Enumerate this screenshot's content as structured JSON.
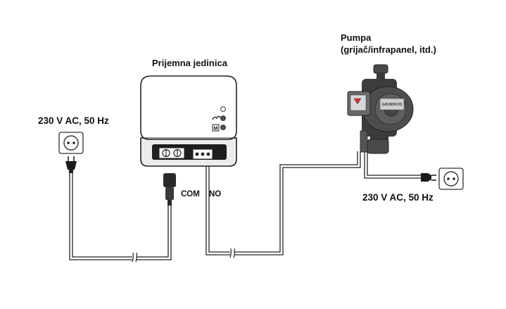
{
  "labels": {
    "receiver_title": "Prijemna jedinica",
    "pump_title": "Pumpa",
    "pump_subtitle": "(grijač/infrapanel, itd.)",
    "power_left": "230 V AC, 50 Hz",
    "power_right": "230 V AC, 50 Hz",
    "terminal_com": "COM",
    "terminal_no": "NO"
  },
  "receiver": {
    "indicator_icons": [
      "power-led-icon",
      "flame-mode-icon",
      "manual-mode-icon"
    ],
    "manual_badge": "M"
  },
  "pump": {
    "nameplate_text": "GRUNDFOS"
  }
}
